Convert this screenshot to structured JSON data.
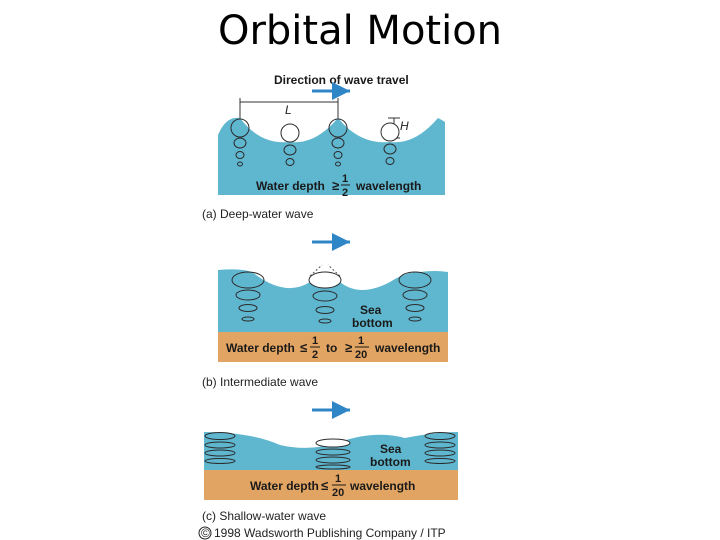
{
  "title": "Orbital Motion",
  "direction_label": "Direction of wave travel",
  "panel_a": {
    "wavelength_symbol": "L",
    "height_symbol": "H",
    "depth_text": "Water depth",
    "depth_relation": "≥",
    "frac_num": "1",
    "frac_den": "2",
    "unit": "wavelength",
    "caption": "(a) Deep-water wave"
  },
  "panel_b": {
    "sea_bottom_line1": "Sea",
    "sea_bottom_line2": "bottom",
    "depth_text": "Water depth",
    "rel1": "≤",
    "frac1_num": "1",
    "frac1_den": "2",
    "to_word": "to",
    "rel2": "≥",
    "frac2_num": "1",
    "frac2_den": "20",
    "unit": "wavelength",
    "caption": "(b) Intermediate wave"
  },
  "panel_c": {
    "sea_bottom_line1": "Sea",
    "sea_bottom_line2": "bottom",
    "depth_text": "Water depth",
    "depth_relation": "≤",
    "frac_num": "1",
    "frac_den": "20",
    "unit": "wavelength",
    "caption": "(c) Shallow-water wave"
  },
  "copyright_symbol": "©",
  "copyright": "1998 Wadsworth Publishing Company / ITP",
  "colors": {
    "water": "#5fb6cf",
    "sediment": "#e2a462",
    "arrow": "#2f86c6"
  }
}
